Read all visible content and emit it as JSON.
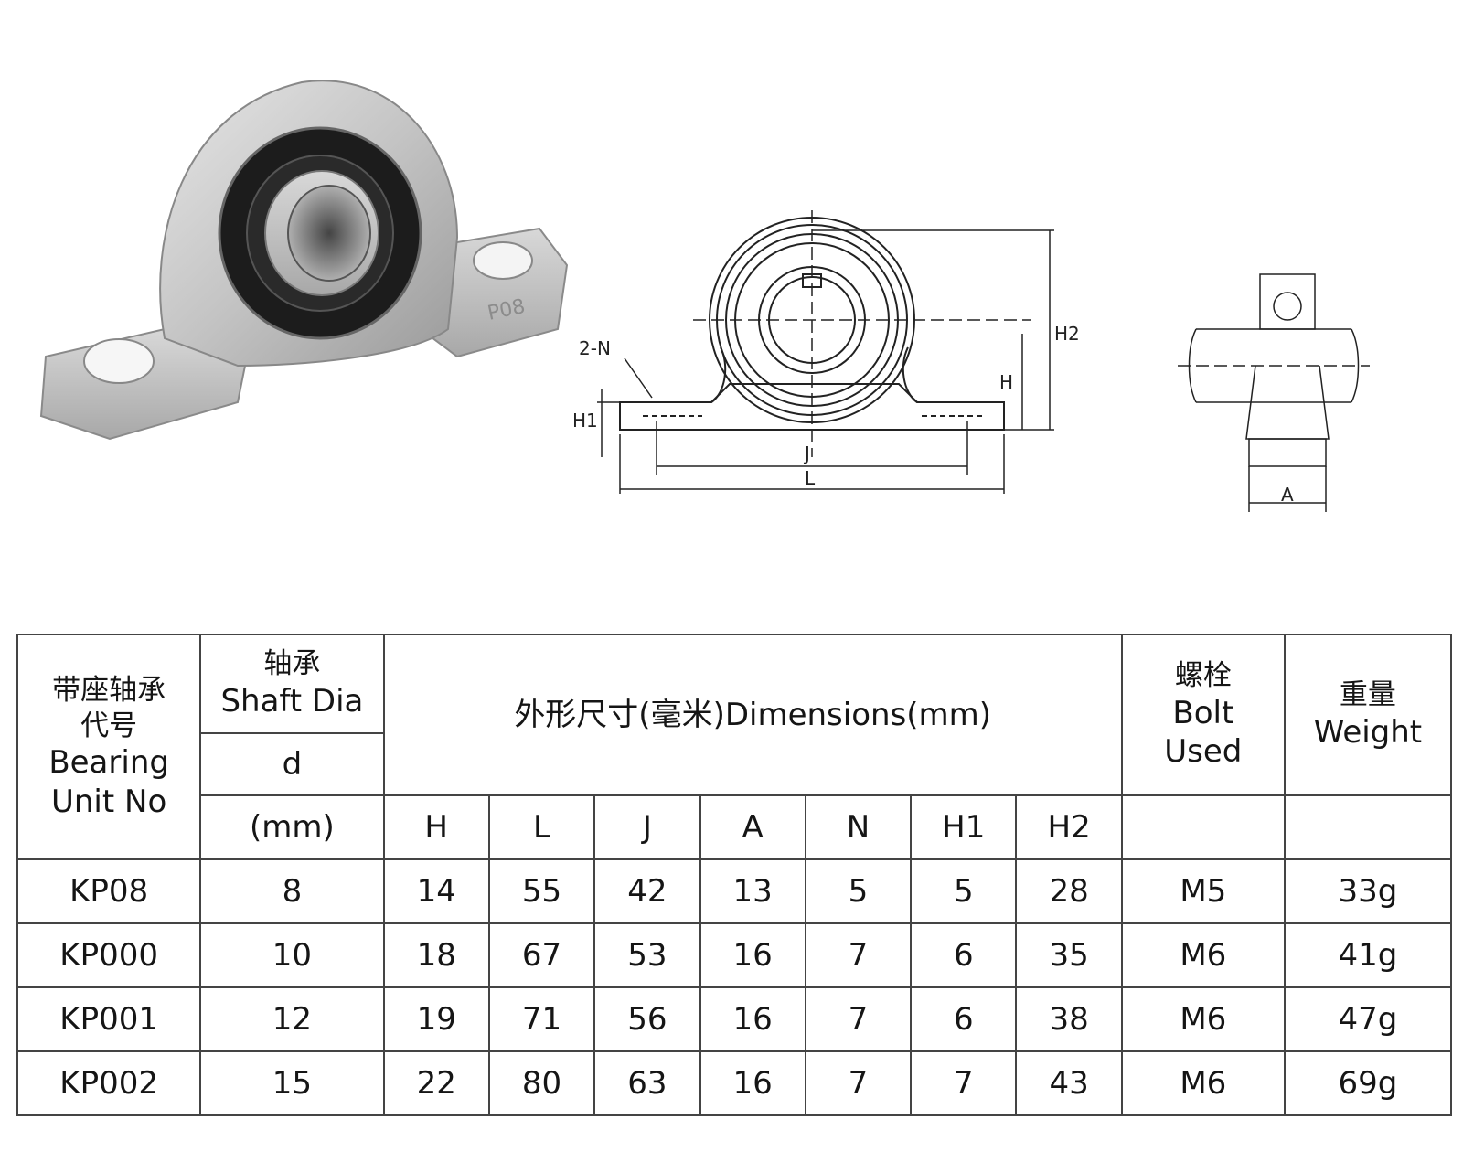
{
  "drawing_labels": {
    "n": "2-N",
    "h1": "H1",
    "h": "H",
    "h2": "H2",
    "j": "J",
    "l": "L",
    "a": "A"
  },
  "product_marking": "P08",
  "table": {
    "col_unit": {
      "cn1": "带座轴承",
      "cn2": "代号",
      "en1": "Bearing",
      "en2": "Unit No"
    },
    "col_shaft": {
      "cn": "轴承",
      "en": "Shaft Dia",
      "sym": "d",
      "unit": "(mm)"
    },
    "col_dims": {
      "title": "外形尺寸(毫米)Dimensions(mm)",
      "subs": [
        "H",
        "L",
        "J",
        "A",
        "N",
        "H1",
        "H2"
      ]
    },
    "col_bolt": {
      "cn": "螺栓",
      "en1": "Bolt",
      "en2": "Used"
    },
    "col_weight": {
      "cn": "重量",
      "en": "Weight"
    },
    "rows": [
      {
        "unit": "KP08",
        "d": "8",
        "H": "14",
        "L": "55",
        "J": "42",
        "A": "13",
        "N": "5",
        "H1": "5",
        "H2": "28",
        "bolt": "M5",
        "weight": "33g"
      },
      {
        "unit": "KP000",
        "d": "10",
        "H": "18",
        "L": "67",
        "J": "53",
        "A": "16",
        "N": "7",
        "H1": "6",
        "H2": "35",
        "bolt": "M6",
        "weight": "41g"
      },
      {
        "unit": "KP001",
        "d": "12",
        "H": "19",
        "L": "71",
        "J": "56",
        "A": "16",
        "N": "7",
        "H1": "6",
        "H2": "38",
        "bolt": "M6",
        "weight": "47g"
      },
      {
        "unit": "KP002",
        "d": "15",
        "H": "22",
        "L": "80",
        "J": "63",
        "A": "16",
        "N": "7",
        "H1": "7",
        "H2": "43",
        "bolt": "M6",
        "weight": "69g"
      }
    ]
  }
}
